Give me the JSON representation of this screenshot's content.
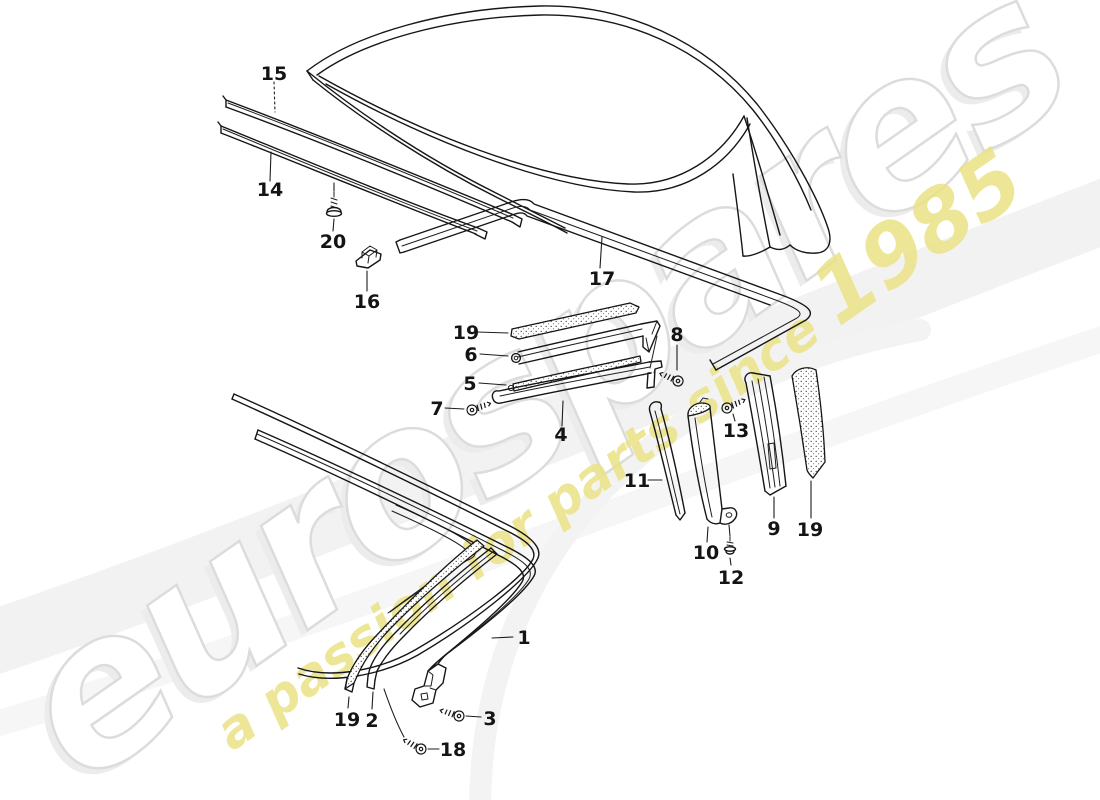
{
  "watermark": {
    "brand": "eurospares",
    "tagline_prefix": "a passion for parts since ",
    "tagline_year": "1985",
    "brand_outline_color": "#dcdcdc",
    "brand_shadow_color": "#ececec",
    "tagline_color": "#ebe286"
  },
  "callouts": [
    "15",
    "14",
    "20",
    "16",
    "17",
    "19",
    "6",
    "5",
    "7",
    "4",
    "8",
    "13",
    "11",
    "10",
    "12",
    "9",
    "19",
    "1",
    "19",
    "2",
    "3",
    "18"
  ]
}
